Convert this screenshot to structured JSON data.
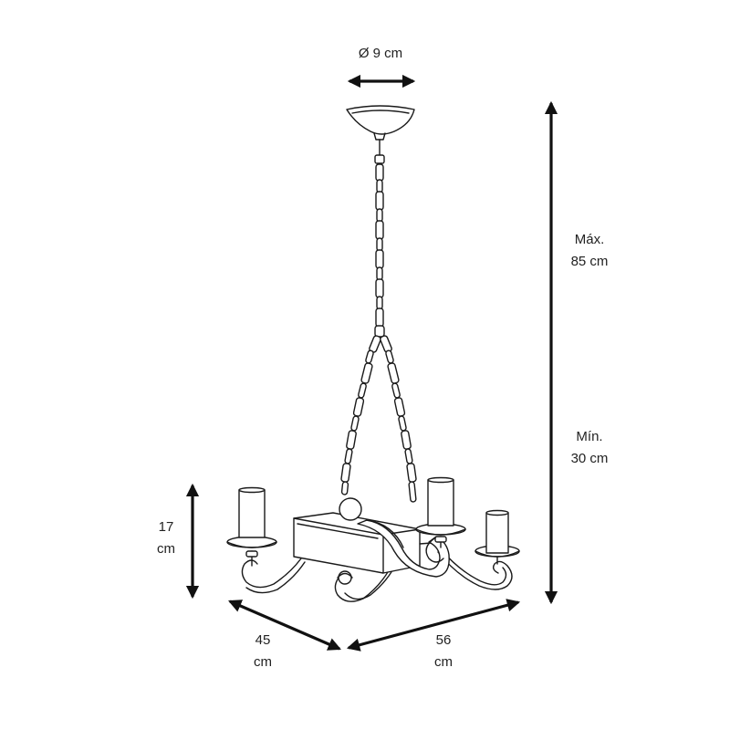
{
  "diagram": {
    "dimensions": {
      "diameter_top": "Ø 9 cm",
      "height_max": {
        "line1": "Máx.",
        "line2": "85 cm"
      },
      "height_min": {
        "line1": "Mín.",
        "line2": "30 cm"
      },
      "height_arm": {
        "line1": "17",
        "line2": "cm"
      },
      "depth": {
        "line1": "45",
        "line2": "cm"
      },
      "width": {
        "line1": "56",
        "line2": "cm"
      }
    }
  }
}
